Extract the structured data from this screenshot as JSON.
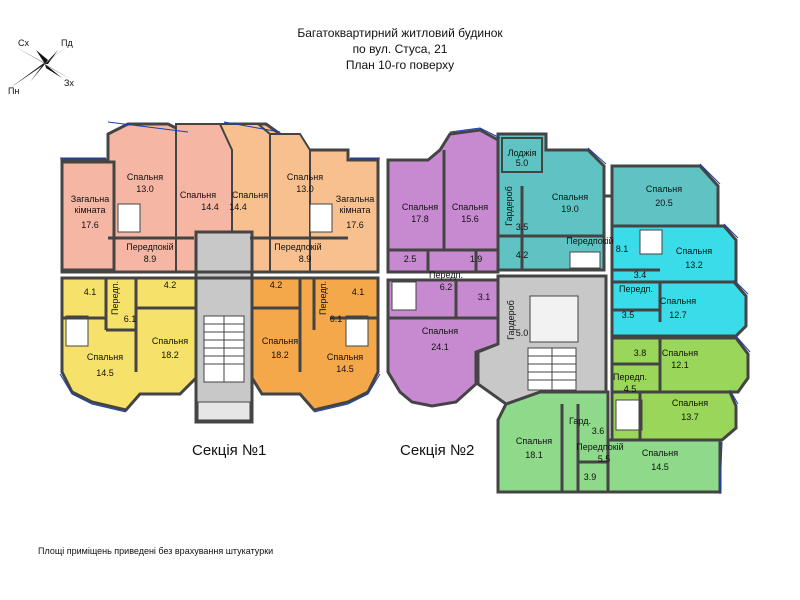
{
  "header": {
    "line1": "Багатоквартирний житловий будинок",
    "line2": "по вул. Стуса, 21",
    "line3": "План 10-го поверху"
  },
  "compass": {
    "north": "Пн",
    "south": "Пд",
    "east": "Сх",
    "west": "Зх"
  },
  "sections": {
    "s1": "Секція №1",
    "s2": "Секція №2"
  },
  "footnote": "Площі приміщень приведені без врахування штукатурки",
  "colors": {
    "living": "#f5b7a3",
    "apt1_right": "#f9c08f",
    "apt_yellow": "#f6e26b",
    "apt_orange": "#f5a84a",
    "apt_purple": "#c78ad0",
    "apt_teal": "#5fc3c3",
    "apt_cyan": "#39dce8",
    "apt_green": "#99d65a",
    "apt_lightgreen": "#8ed98a",
    "core": "#c8c8c8",
    "wall": "#444444"
  },
  "rooms": [
    {
      "name": "Загальна",
      "name2": "кімната",
      "area": "17.6"
    },
    {
      "name": "Спальня",
      "area": "13.0"
    },
    {
      "name": "Спальня",
      "area": "14.4"
    },
    {
      "name": "Передпокій",
      "area": "8.9"
    },
    {
      "name": "Спальня",
      "area": "14.4"
    },
    {
      "name": "Спальня",
      "area": "13.0"
    },
    {
      "name": "Загальна",
      "name2": "кімната",
      "area": "17.6"
    },
    {
      "name": "Передпокій",
      "area": "8.9"
    },
    {
      "name": "",
      "area": "4.1"
    },
    {
      "name": "Передп.",
      "area": "6.1"
    },
    {
      "name": "",
      "area": "4.2"
    },
    {
      "name": "Спальня",
      "area": "14.5"
    },
    {
      "name": "Спальня",
      "area": "18.2"
    },
    {
      "name": "",
      "area": "4.2"
    },
    {
      "name": "Передп.",
      "area": "6.1"
    },
    {
      "name": "",
      "area": "4.1"
    },
    {
      "name": "Спальня",
      "area": "18.2"
    },
    {
      "name": "Спальня",
      "area": "14.5"
    },
    {
      "name": "Спальня",
      "area": "17.8"
    },
    {
      "name": "Спальня",
      "area": "15.6"
    },
    {
      "name": "",
      "area": "2.5"
    },
    {
      "name": "",
      "area": "1.9"
    },
    {
      "name": "Передп.",
      "area": "6.2"
    },
    {
      "name": "",
      "area": "3.1"
    },
    {
      "name": "Спальня",
      "area": "24.1"
    },
    {
      "name": "Гардероб",
      "area": "5.0"
    },
    {
      "name": "Лоджія",
      "area": "5.0"
    },
    {
      "name": "Спальня",
      "area": "19.0"
    },
    {
      "name": "Гардероб",
      "area": "3.5"
    },
    {
      "name": "",
      "area": "4.2"
    },
    {
      "name": "Передпокій",
      "area": "8.1"
    },
    {
      "name": "Спальня",
      "area": "20.5"
    },
    {
      "name": "Спальня",
      "area": "13.2"
    },
    {
      "name": "",
      "area": "3.4"
    },
    {
      "name": "Передп.",
      "area": ""
    },
    {
      "name": "",
      "area": "3.5"
    },
    {
      "name": "Спальня",
      "area": "12.7"
    },
    {
      "name": "",
      "area": "3.8"
    },
    {
      "name": "Спальня",
      "area": "12.1"
    },
    {
      "name": "Передп.",
      "area": "4.5"
    },
    {
      "name": "Спальня",
      "area": "13.7"
    },
    {
      "name": "Спальня",
      "area": "18.1"
    },
    {
      "name": "Гард.",
      "area": "3.6"
    },
    {
      "name": "Передпокій",
      "area": "5.5"
    },
    {
      "name": "",
      "area": "3.9"
    },
    {
      "name": "Спальня",
      "area": "14.5"
    }
  ]
}
